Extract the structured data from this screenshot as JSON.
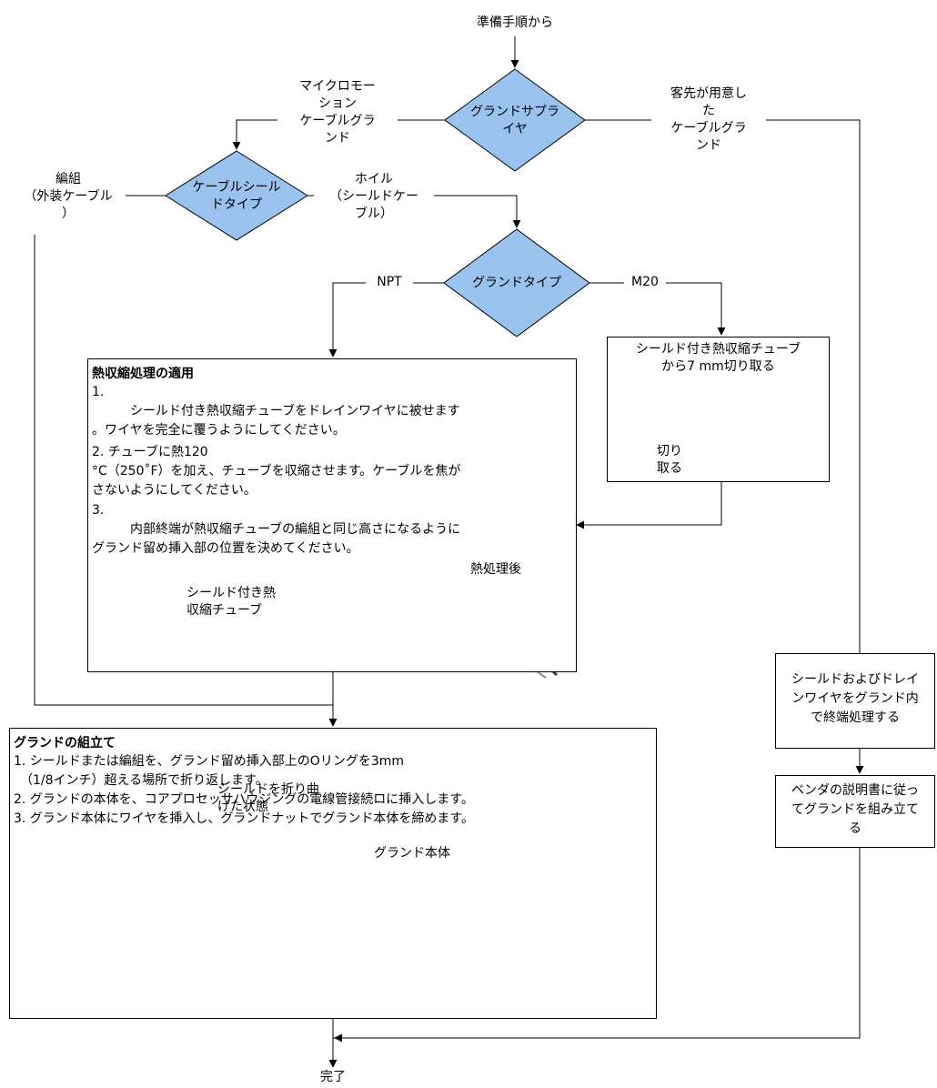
{
  "start": "準備手順から",
  "end": "完了",
  "decisions": {
    "gland_supplier": "グランドサプラ\nイヤ",
    "cable_shield_type": "ケーブルシール\nドタイプ",
    "gland_type": "グランドタイプ"
  },
  "branches": {
    "micromotion": "マイクロモー\nション\nケーブルグラ\nンド",
    "customer": "客先が用意し\nた\nケーブルグラ\nンド",
    "braid": "編組\n（外装ケーブル\n）",
    "foil": "ホイル\n（シールドケー\nブル）",
    "npt": "NPT",
    "m20": "M20"
  },
  "cut_box": {
    "title": "シールド付き熱収縮チューブ\nから7 mm切り取る",
    "cut_label": "切り\n取る"
  },
  "heat_box": {
    "title": "熱収縮処理の適用",
    "steps": [
      "1.\n　　　シールド付き熱収縮チューブをドレインワイヤに被せます\n。ワイヤを完全に覆うようにしてください。",
      "2. チューブに熱120\n°C（250˚F）を加え、チューブを収縮させます。ケーブルを焦が\nさないようにしてください。",
      "3.\n　　　内部終端が熱収縮チューブの編組と同じ高さになるように\nグランド留め挿入部の位置を決めてください。"
    ],
    "callout_tube": "シールド付き熱\n収縮チューブ",
    "callout_after": "熱処理後"
  },
  "assembly_box": {
    "title": "グランドの組立て",
    "steps": [
      "1. シールドまたは編組を、グランド留め挿入部上のOリングを3mm\n　（1/8インチ）超える場所で折り返します。",
      "2. グランドの本体を、コアプロセッサハウジングの電線管接続ロに挿入します。",
      "3. グランド本体にワイヤを挿入し、グランドナットでグランド本体を締めます。"
    ],
    "callout_folded": "シールドを折り曲\nげた状態",
    "callout_body": "グランド本体"
  },
  "side_boxes": {
    "terminate": "シールドおよびドレイ\nンワイヤをグランド内\nで終端処理する",
    "vendor": "ベンダの説明書に従っ\nてグランドを組み立て\nる"
  },
  "colors": {
    "diamond_fill": "#99c2ee",
    "line": "#000000",
    "cable": "#5f5f5f",
    "braid": "#c9c9c9"
  }
}
